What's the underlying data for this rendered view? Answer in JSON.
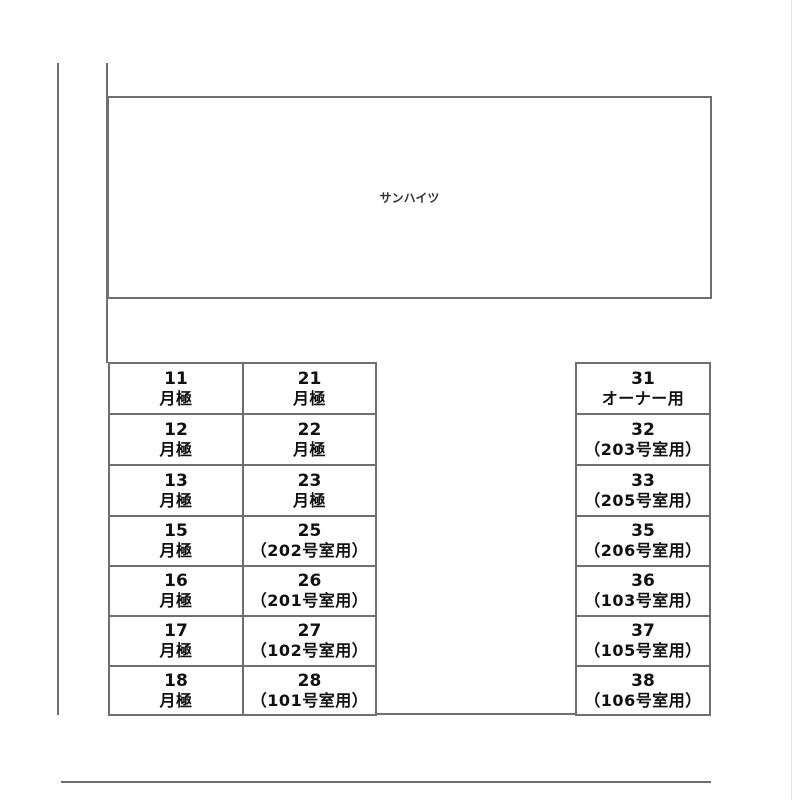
{
  "building": {
    "name": "サンハイツ"
  },
  "parking": {
    "left_column_a": [
      {
        "number": "11",
        "usage": "月極"
      },
      {
        "number": "12",
        "usage": "月極"
      },
      {
        "number": "13",
        "usage": "月極"
      },
      {
        "number": "15",
        "usage": "月極"
      },
      {
        "number": "16",
        "usage": "月極"
      },
      {
        "number": "17",
        "usage": "月極"
      },
      {
        "number": "18",
        "usage": "月極"
      }
    ],
    "left_column_b": [
      {
        "number": "21",
        "usage": "月極"
      },
      {
        "number": "22",
        "usage": "月極"
      },
      {
        "number": "23",
        "usage": "月極"
      },
      {
        "number": "25",
        "usage": "（202号室用）"
      },
      {
        "number": "26",
        "usage": "（201号室用）"
      },
      {
        "number": "27",
        "usage": "（102号室用）"
      },
      {
        "number": "28",
        "usage": "（101号室用）"
      }
    ],
    "right_column": [
      {
        "number": "31",
        "usage": "オーナー用"
      },
      {
        "number": "32",
        "usage": "（203号室用）"
      },
      {
        "number": "33",
        "usage": "（205号室用）"
      },
      {
        "number": "35",
        "usage": "（206号室用）"
      },
      {
        "number": "36",
        "usage": "（103号室用）"
      },
      {
        "number": "37",
        "usage": "（105号室用）"
      },
      {
        "number": "38",
        "usage": "（106号室用）"
      }
    ]
  },
  "colors": {
    "line": "#6f6f6f",
    "text": "#111111",
    "background": "#ffffff"
  }
}
